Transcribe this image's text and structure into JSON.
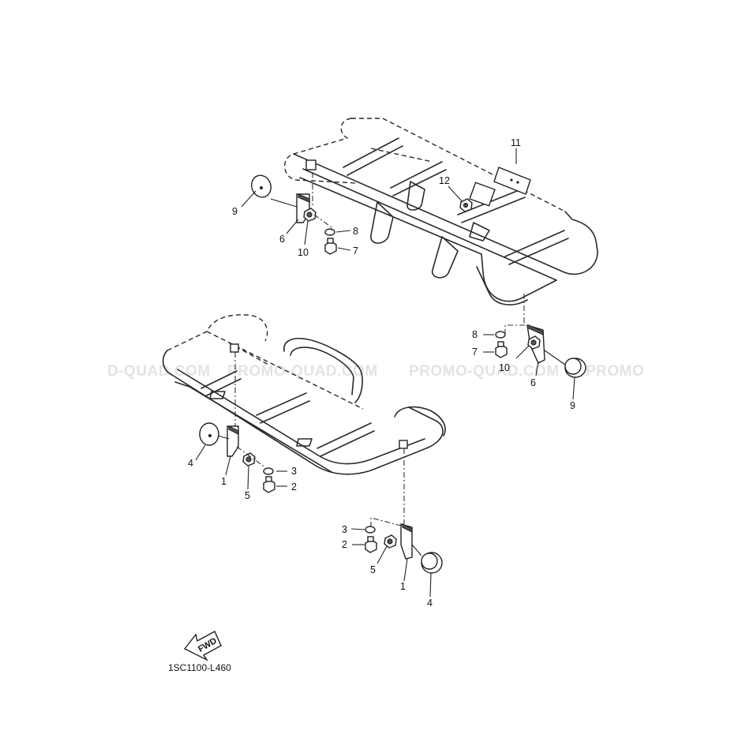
{
  "diagram": {
    "drawing_code": "1SC1100-L460",
    "direction_label": "FWD",
    "watermark_texts": [
      "D-QUAD.COM",
      "PROMO-QUAD.COM",
      "PROMO-QUAD.COM",
      "PROMO"
    ],
    "callouts": [
      {
        "id": "c11",
        "label": "11"
      },
      {
        "id": "c12",
        "label": "12"
      },
      {
        "id": "c9a",
        "label": "9"
      },
      {
        "id": "c6a",
        "label": "6"
      },
      {
        "id": "c10a",
        "label": "10"
      },
      {
        "id": "c8a",
        "label": "8"
      },
      {
        "id": "c7a",
        "label": "7"
      },
      {
        "id": "c8b",
        "label": "8"
      },
      {
        "id": "c7b",
        "label": "7"
      },
      {
        "id": "c10b",
        "label": "10"
      },
      {
        "id": "c6b",
        "label": "6"
      },
      {
        "id": "c9b",
        "label": "9"
      },
      {
        "id": "c4a",
        "label": "4"
      },
      {
        "id": "c1a",
        "label": "1"
      },
      {
        "id": "c5a",
        "label": "5"
      },
      {
        "id": "c3a",
        "label": "3"
      },
      {
        "id": "c2a",
        "label": "2"
      },
      {
        "id": "c3b",
        "label": "3"
      },
      {
        "id": "c2b",
        "label": "2"
      },
      {
        "id": "c5b",
        "label": "5"
      },
      {
        "id": "c1b",
        "label": "1"
      },
      {
        "id": "c4b",
        "label": "4"
      }
    ]
  }
}
